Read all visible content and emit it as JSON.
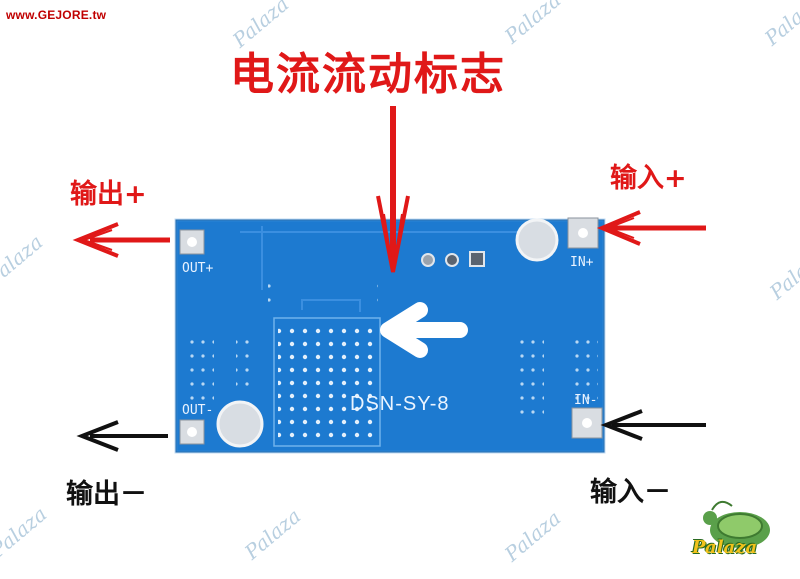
{
  "site": "www.GEJORE.tw",
  "title": "电流流动标志",
  "labels": {
    "out_plus": "输出+",
    "in_plus": "输入+",
    "out_minus": "输出－",
    "in_minus": "输入－"
  },
  "board": {
    "model": "DSN-SY-8",
    "pins": {
      "out_plus": "OUT+",
      "in_plus": "IN+",
      "out_minus": "OUT-",
      "in_minus": "IN-"
    },
    "color": "#1d7ad0"
  },
  "watermark": "Palaza",
  "logo": "Palaza",
  "colors": {
    "red_arrow": "#e01818",
    "black_arrow": "#111111"
  }
}
